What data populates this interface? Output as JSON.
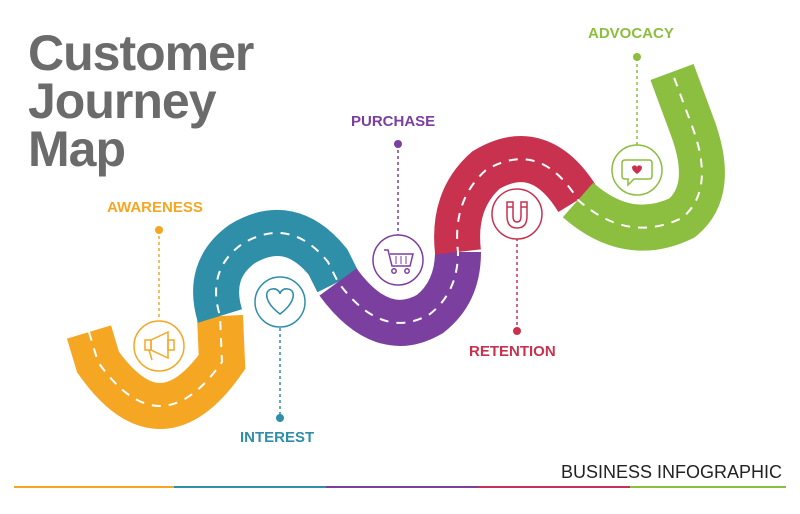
{
  "title": {
    "line1": "Customer",
    "line2": "Journey",
    "line3": "Map"
  },
  "stages": [
    {
      "id": "awareness",
      "label": "AWARENESS",
      "color": "#f5a623",
      "icon": "megaphone-icon"
    },
    {
      "id": "interest",
      "label": "INTEREST",
      "color": "#2f8ea8",
      "icon": "heart-icon"
    },
    {
      "id": "purchase",
      "label": "PURCHASE",
      "color": "#7b3fa0",
      "icon": "shopping-cart-icon"
    },
    {
      "id": "retention",
      "label": "RETENTION",
      "color": "#c8324f",
      "icon": "magnet-icon"
    },
    {
      "id": "advocacy",
      "label": "ADVOCACY",
      "color": "#8cbe3f",
      "icon": "chat-heart-icon"
    }
  ],
  "footer": {
    "text": "BUSINESS INFOGRAPHIC"
  },
  "colors": {
    "title": "#6b6b6b",
    "road_dash": "#ffffff"
  }
}
